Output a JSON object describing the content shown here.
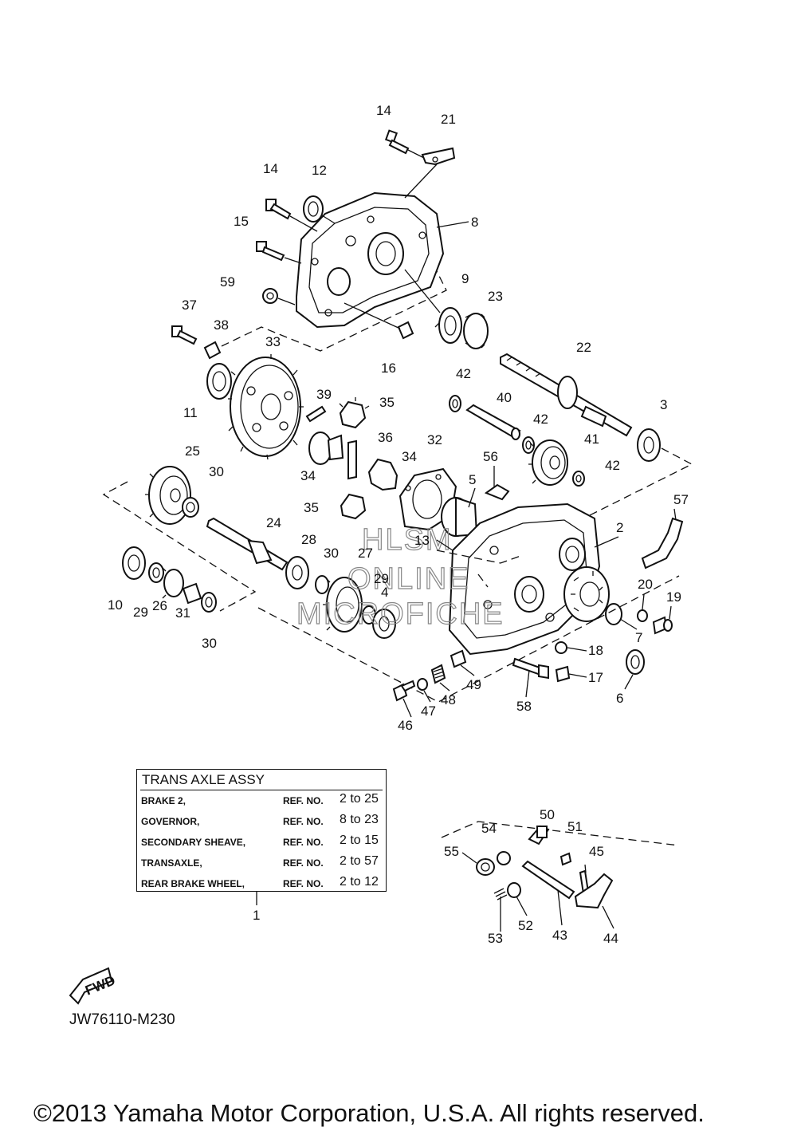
{
  "diagram": {
    "code": "JW76110-M230",
    "copyright": "©2013 Yamaha Motor Corporation, U.S.A. All rights reserved.",
    "watermark": [
      "HLSM",
      "ONLINE",
      "MICROFICHE"
    ],
    "fwd_label": "FWD"
  },
  "ref_table": {
    "title": "TRANS AXLE ASSY",
    "rows": [
      {
        "name": "BRAKE 2,",
        "ref": "REF. NO.",
        "range": "2 to 25"
      },
      {
        "name": "GOVERNOR,",
        "ref": "REF. NO.",
        "range": "8 to 23"
      },
      {
        "name": "SECONDARY SHEAVE,",
        "ref": "REF. NO.",
        "range": "2 to 15"
      },
      {
        "name": "TRANSAXLE,",
        "ref": "REF. NO.",
        "range": "2 to 57"
      },
      {
        "name": "REAR BRAKE WHEEL,",
        "ref": "REF. NO.",
        "range": "2 to 12"
      }
    ],
    "assy_number": "1"
  },
  "callouts": [
    "14",
    "21",
    "14",
    "12",
    "8",
    "15",
    "59",
    "9",
    "23",
    "37",
    "38",
    "33",
    "16",
    "22",
    "42",
    "39",
    "35",
    "40",
    "3",
    "11",
    "36",
    "42",
    "41",
    "32",
    "34",
    "25",
    "34",
    "56",
    "42",
    "30",
    "5",
    "57",
    "35",
    "24",
    "28",
    "30",
    "27",
    "13",
    "2",
    "29",
    "10",
    "29",
    "4",
    "20",
    "19",
    "26",
    "31",
    "30",
    "7",
    "18",
    "49",
    "17",
    "6",
    "48",
    "58",
    "47",
    "46",
    "50",
    "54",
    "51",
    "55",
    "45",
    "53",
    "52",
    "43",
    "44"
  ]
}
